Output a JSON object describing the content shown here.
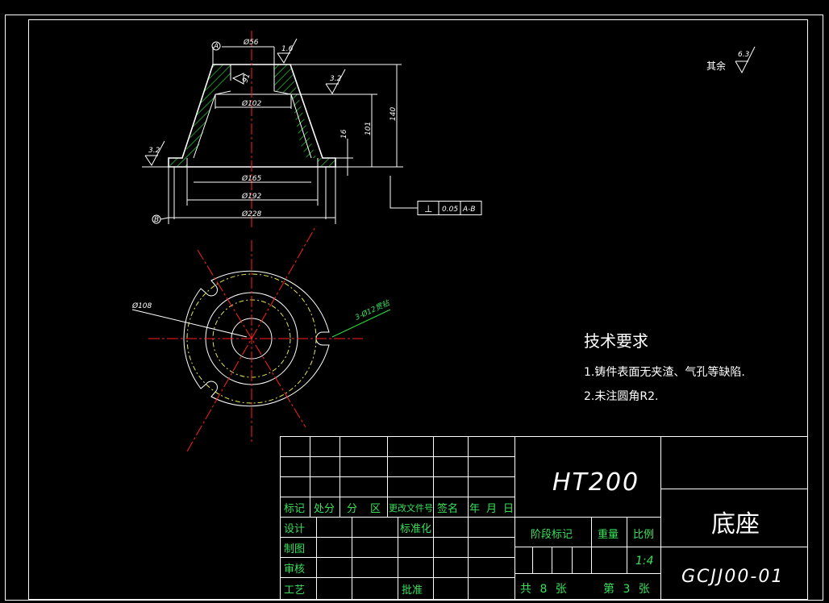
{
  "drawing": {
    "surface_roughness_other": {
      "prefix": "其余",
      "value": "6.3"
    },
    "front_view": {
      "datum_top": "A",
      "datum_bottom": "B",
      "dia_top": "Ø56",
      "dia_inner": "Ø102",
      "dia_165": "Ø165",
      "dia_192": "Ø192",
      "dia_228": "Ø228",
      "height_total": "140",
      "height_101": "101",
      "height_16": "16",
      "angle": "91",
      "rough_top": "1.6",
      "rough_mid": "3.2",
      "rough_left": "3.2",
      "tolerance": {
        "symbol": "⊥",
        "value": "0.05",
        "datum": "A-B"
      }
    },
    "top_view": {
      "dia_108": "Ø108",
      "holes": "3-Ø12贯钻"
    },
    "tech_requirements": {
      "title": "技术要求",
      "items": [
        "1.铸件表面无夹渣、气孔等缺陷.",
        "2.未注圆角R2."
      ]
    }
  },
  "title_block": {
    "material": "HT200",
    "part_name": "底座",
    "drawing_no": "GCJJ00-01",
    "row_headers": [
      "标记",
      "处分",
      "分",
      "区",
      "更改文件号",
      "签名",
      "年",
      "月",
      "日"
    ],
    "design": "设计",
    "drafted": "制图",
    "review": "审核",
    "process": "工艺",
    "standardized": "标准化",
    "approved": "批准",
    "stage_mark": "阶段标记",
    "weight": "重量",
    "scale_label": "比例",
    "scale_value": "1:4",
    "total_sheets": "共 8 张",
    "sheet_no": "第 3 张"
  }
}
